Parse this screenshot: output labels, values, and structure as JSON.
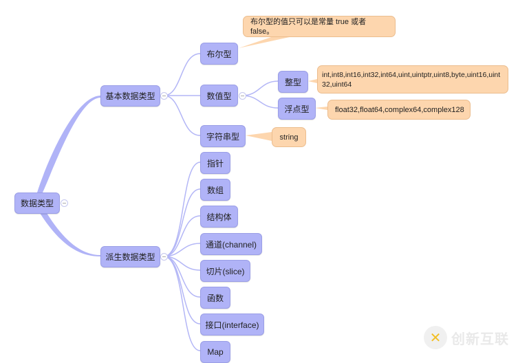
{
  "root": {
    "label": "数据类型"
  },
  "basic": {
    "label": "基本数据类型",
    "bool": {
      "label": "布尔型",
      "note": "布尔型的值只可以是常量 true 或者 false。"
    },
    "numeric": {
      "label": "数值型",
      "integer": {
        "label": "整型",
        "note": "int,int8,int16,int32,int64,uint,uintptr,uint8,byte,uint16,uint32,uint64"
      },
      "float": {
        "label": "浮点型",
        "note": "float32,float64,complex64,complex128"
      }
    },
    "string": {
      "label": "字符串型",
      "note": "string"
    }
  },
  "derived": {
    "label": "派生数据类型",
    "items": [
      {
        "label": "指针"
      },
      {
        "label": "数组"
      },
      {
        "label": "结构体"
      },
      {
        "label": "通道(channel)"
      },
      {
        "label": "切片(slice)"
      },
      {
        "label": "函数"
      },
      {
        "label": "接口(interface)"
      },
      {
        "label": "Map"
      }
    ]
  },
  "colors": {
    "node": "#b0b3f7",
    "note": "#fdd6ae",
    "link": "#b0b3f7"
  },
  "watermark": {
    "text": "创新互联"
  }
}
